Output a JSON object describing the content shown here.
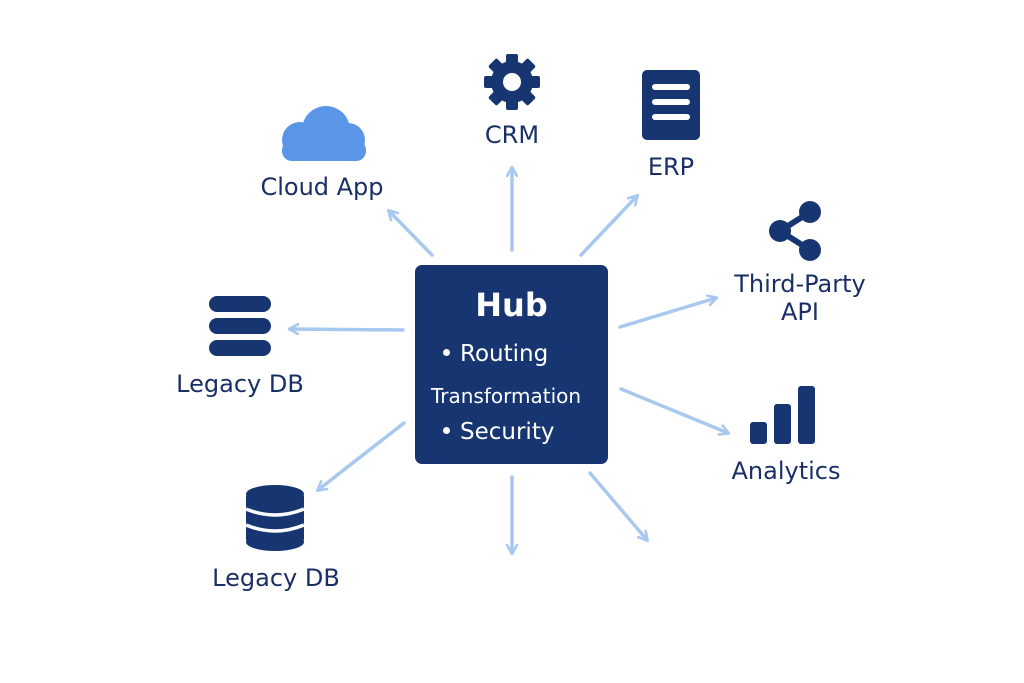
{
  "hub": {
    "title": "Hub",
    "features": [
      "Routing",
      "Transformation",
      "Security"
    ]
  },
  "nodes": {
    "cloud_app": {
      "label": "Cloud App",
      "icon": "cloud-icon"
    },
    "crm": {
      "label": "CRM",
      "icon": "gear-icon"
    },
    "erp": {
      "label": "ERP",
      "icon": "document-icon"
    },
    "third_party_api": {
      "label_line1": "Third-Party",
      "label_line2": "API",
      "icon": "share-icon"
    },
    "legacy_db_top": {
      "label": "Legacy DB",
      "icon": "server-stack-icon"
    },
    "analytics": {
      "label": "Analytics",
      "icon": "bar-chart-icon"
    },
    "legacy_db_bottom": {
      "label": "Legacy DB",
      "icon": "database-icon"
    }
  },
  "colors": {
    "navy": "#173671",
    "label_text": "#1a2f66",
    "arrow": "#a8c8f0",
    "cloud": "#5b95e8"
  }
}
